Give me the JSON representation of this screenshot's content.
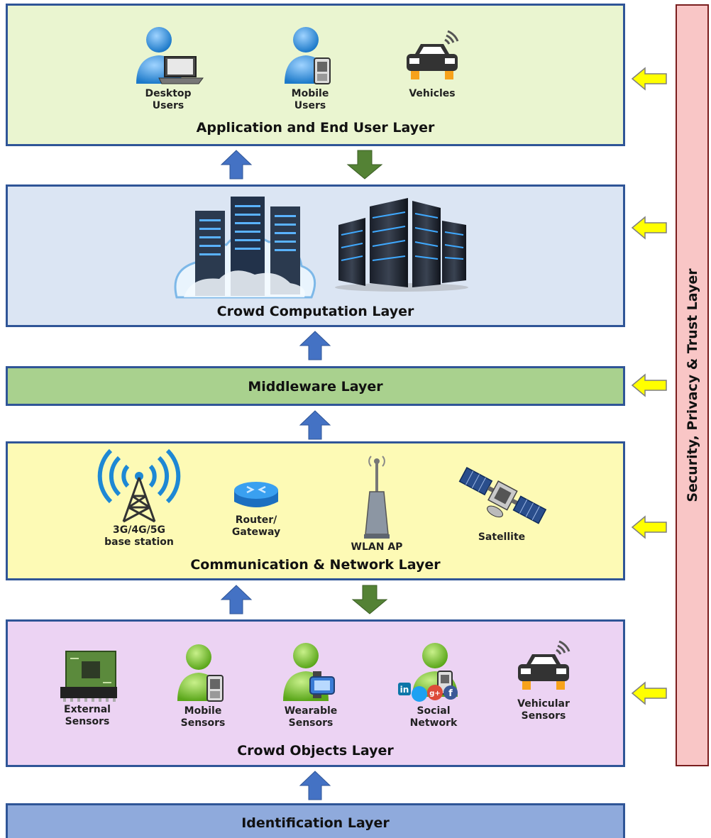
{
  "layers": {
    "application": {
      "title": "Application and End User Layer",
      "color": "#eaf5d0",
      "items": [
        {
          "label": "Desktop\nUsers",
          "icon": "desktop-user-icon"
        },
        {
          "label": "Mobile\nUsers",
          "icon": "mobile-user-icon"
        },
        {
          "label": "Vehicles",
          "icon": "vehicle-icon"
        }
      ]
    },
    "computation": {
      "title": "Crowd Computation Layer",
      "color": "#dbe5f3",
      "icons": [
        "cloud-server-icon",
        "data-center-icon"
      ]
    },
    "middleware": {
      "title": "Middleware Layer",
      "color": "#a9d18e"
    },
    "communication": {
      "title": "Communication & Network Layer",
      "color": "#fdfab5",
      "items": [
        {
          "label": "3G/4G/5G\nbase station",
          "icon": "base-station-icon"
        },
        {
          "label": "Router/\nGateway",
          "icon": "router-icon"
        },
        {
          "label": "WLAN AP",
          "icon": "wlan-ap-icon"
        },
        {
          "label": "Satellite",
          "icon": "satellite-icon"
        }
      ]
    },
    "objects": {
      "title": "Crowd Objects Layer",
      "color": "#ecd3f3",
      "items": [
        {
          "label": "External\nSensors",
          "icon": "sensor-chip-icon"
        },
        {
          "label": "Mobile\nSensors",
          "icon": "mobile-sensor-icon"
        },
        {
          "label": "Wearable\nSensors",
          "icon": "wearable-sensor-icon"
        },
        {
          "label": "Social\nNetwork",
          "icon": "social-network-icon"
        },
        {
          "label": "Vehicular\nSensors",
          "icon": "vehicular-sensor-icon"
        }
      ]
    },
    "identification": {
      "title": "Identification Layer",
      "color": "#8faadc"
    }
  },
  "side_panel": {
    "label": "Security, Privacy & Trust Layer",
    "color": "#f9c6c6"
  },
  "arrow_colors": {
    "up": "#4472c4",
    "down": "#548235",
    "side": "#ffff00"
  }
}
